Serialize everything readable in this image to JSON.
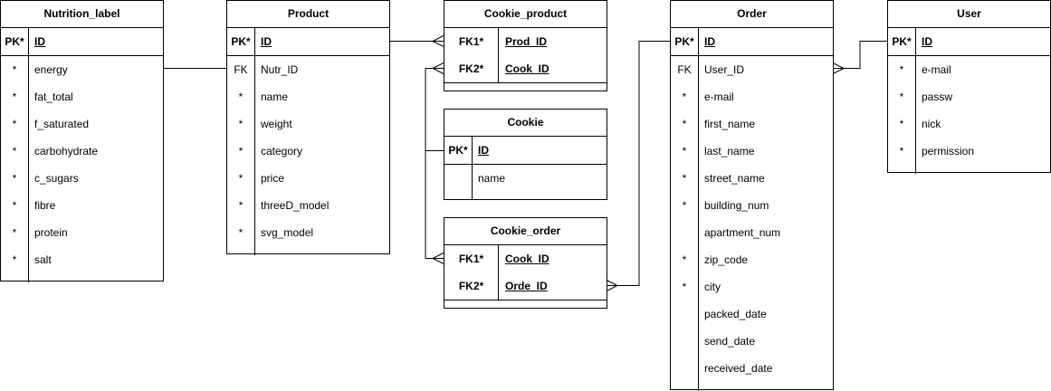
{
  "entities": {
    "nutrition_label": {
      "title": "Nutrition_label",
      "pk": {
        "key": "PK*",
        "field": "ID"
      },
      "rows": [
        {
          "key": "*",
          "field": "energy"
        },
        {
          "key": "*",
          "field": "fat_total"
        },
        {
          "key": "*",
          "field": "f_saturated"
        },
        {
          "key": "*",
          "field": "carbohydrate"
        },
        {
          "key": "*",
          "field": "c_sugars"
        },
        {
          "key": "*",
          "field": "fibre"
        },
        {
          "key": "*",
          "field": "protein"
        },
        {
          "key": "*",
          "field": "salt"
        }
      ]
    },
    "product": {
      "title": "Product",
      "pk": {
        "key": "PK*",
        "field": "ID"
      },
      "rows": [
        {
          "key": "FK",
          "field": "Nutr_ID"
        },
        {
          "key": "*",
          "field": "name"
        },
        {
          "key": "*",
          "field": "weight"
        },
        {
          "key": "*",
          "field": "category"
        },
        {
          "key": "*",
          "field": "price"
        },
        {
          "key": "*",
          "field": "threeD_model"
        },
        {
          "key": "*",
          "field": "svg_model"
        }
      ]
    },
    "cookie_product": {
      "title": "Cookie_product",
      "keys": [
        {
          "key": "FK1*",
          "field": "Prod_ID"
        },
        {
          "key": "FK2*",
          "field": "Cook_ID"
        }
      ]
    },
    "cookie": {
      "title": "Cookie",
      "pk": {
        "key": "PK*",
        "field": "ID"
      },
      "rows": [
        {
          "key": "",
          "field": "name"
        }
      ]
    },
    "cookie_order": {
      "title": "Cookie_order",
      "keys": [
        {
          "key": "FK1*",
          "field": "Cook_ID"
        },
        {
          "key": "FK2*",
          "field": "Orde_ID"
        }
      ]
    },
    "order": {
      "title": "Order",
      "pk": {
        "key": "PK*",
        "field": "ID"
      },
      "rows": [
        {
          "key": "FK",
          "field": "User_ID"
        },
        {
          "key": "*",
          "field": "e-mail"
        },
        {
          "key": "*",
          "field": "first_name"
        },
        {
          "key": "*",
          "field": "last_name"
        },
        {
          "key": "*",
          "field": "street_name"
        },
        {
          "key": "*",
          "field": "building_num"
        },
        {
          "key": "",
          "field": "apartment_num"
        },
        {
          "key": "*",
          "field": "zip_code"
        },
        {
          "key": "*",
          "field": "city"
        },
        {
          "key": "",
          "field": "packed_date"
        },
        {
          "key": "",
          "field": "send_date"
        },
        {
          "key": "",
          "field": "received_date"
        }
      ]
    },
    "user": {
      "title": "User",
      "pk": {
        "key": "PK*",
        "field": "ID"
      },
      "rows": [
        {
          "key": "*",
          "field": "e-mail"
        },
        {
          "key": "*",
          "field": "passw"
        },
        {
          "key": "*",
          "field": "nick"
        },
        {
          "key": "*",
          "field": "permission"
        }
      ]
    }
  },
  "relationships": [
    {
      "from": "Nutrition_label.ID",
      "to": "Product.Nutr_ID"
    },
    {
      "from": "Product.ID",
      "to": "Cookie_product.Prod_ID",
      "end": "crow-foot"
    },
    {
      "from": "Cookie.ID",
      "to": "Cookie_product.Cook_ID",
      "end": "crow-foot"
    },
    {
      "from": "Cookie.ID",
      "to": "Cookie_order.Cook_ID",
      "end": "crow-foot"
    },
    {
      "from": "Order.ID",
      "to": "Cookie_order.Orde_ID",
      "end": "crow-foot"
    },
    {
      "from": "User.ID",
      "to": "Order.User_ID",
      "end": "crow-foot"
    }
  ]
}
